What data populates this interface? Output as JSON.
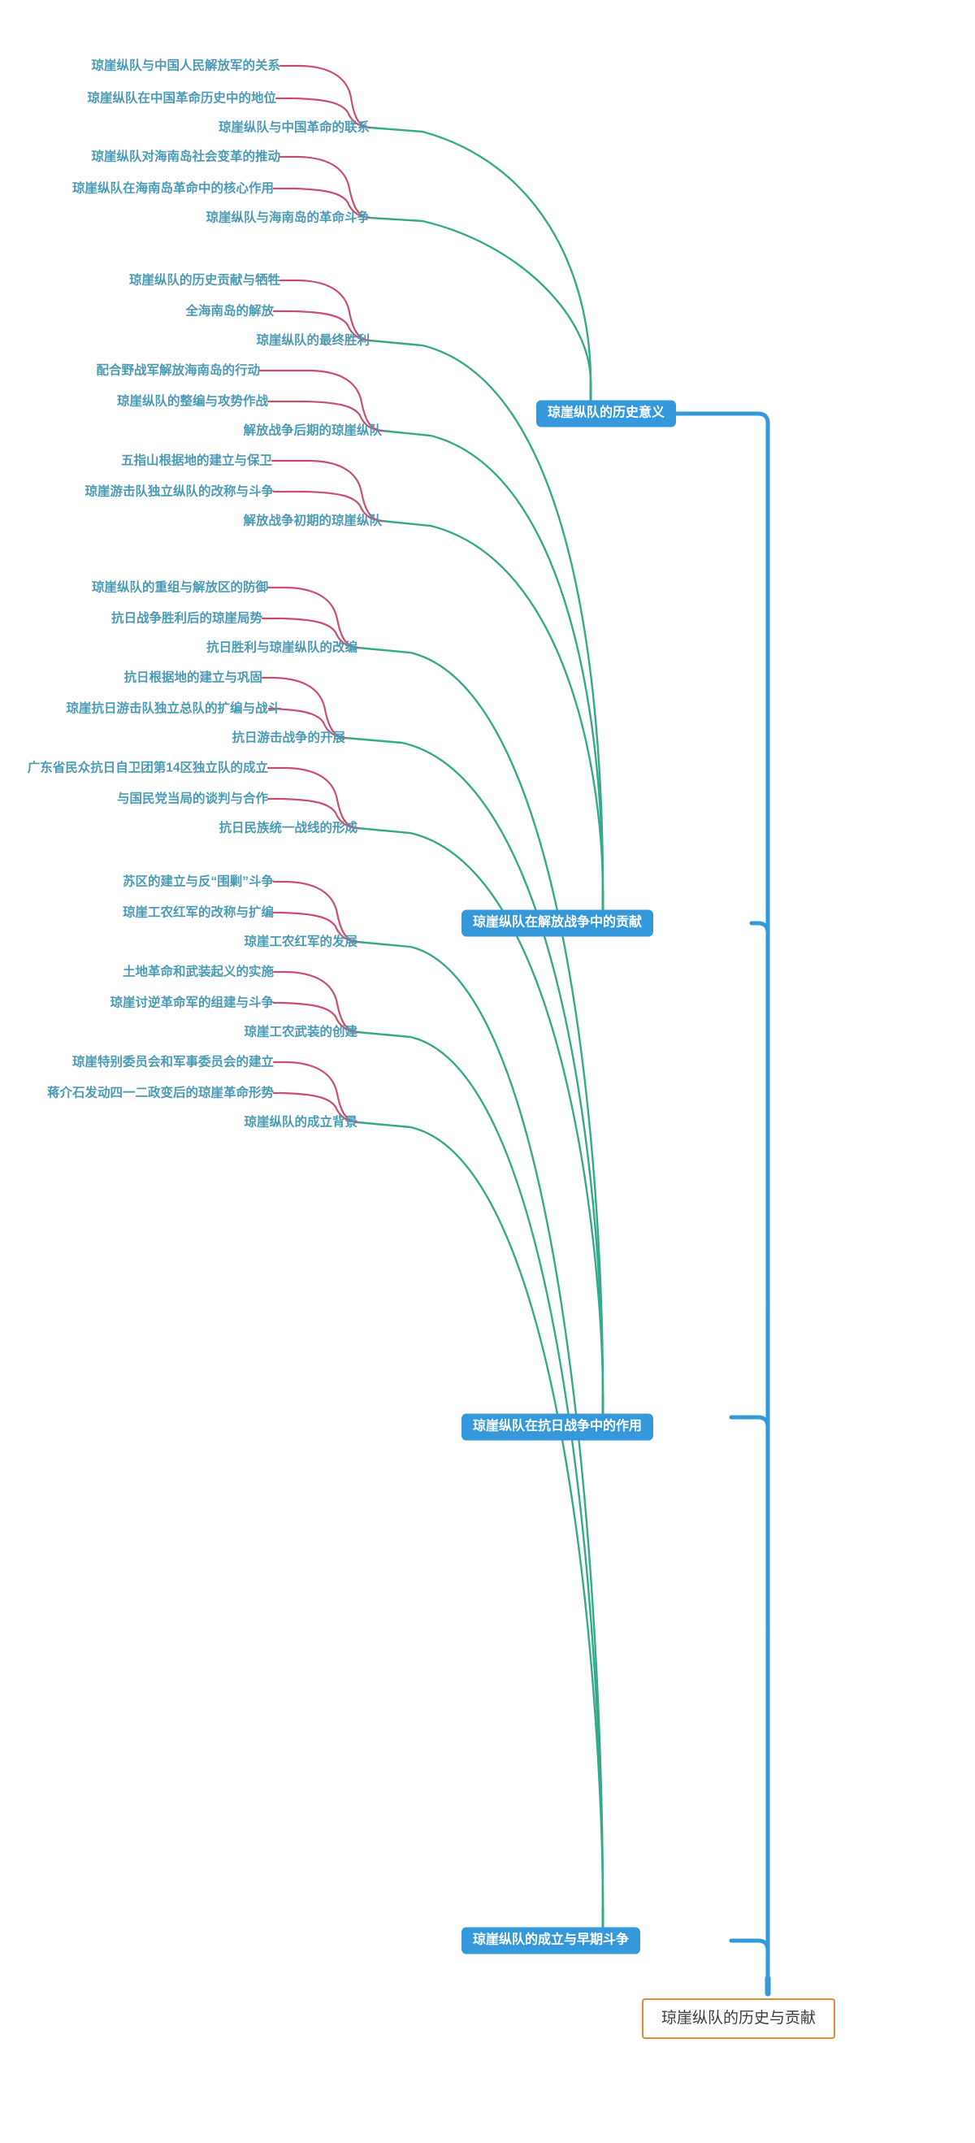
{
  "diagram": {
    "type": "mindmap",
    "orientation": "right-to-left",
    "root": {
      "label": "琼崖纵队的历史与贡献",
      "border_color": "#e08b34",
      "text_color": "#3d3d3d",
      "background": "#ffffff"
    },
    "style": {
      "branch_fill": "#3498db",
      "branch_text": "#ffffff",
      "leaf_text": "#4a9bb5",
      "spine_color": "#3498db",
      "mid_link_color": "#35a98a",
      "leaf_link_color": "#c94f6d",
      "page_background": "#ffffff"
    },
    "branches": [
      {
        "label": "琼崖纵队的历史意义",
        "children": [
          {
            "label": "琼崖纵队与中国革命的联系",
            "children": [
              {
                "label": "琼崖纵队与中国人民解放军的关系"
              },
              {
                "label": "琼崖纵队在中国革命历史中的地位"
              }
            ]
          },
          {
            "label": "琼崖纵队与海南岛的革命斗争",
            "children": [
              {
                "label": "琼崖纵队对海南岛社会变革的推动"
              },
              {
                "label": "琼崖纵队在海南岛革命中的核心作用"
              }
            ]
          }
        ]
      },
      {
        "label": "琼崖纵队在解放战争中的贡献",
        "children": [
          {
            "label": "琼崖纵队的最终胜利",
            "children": [
              {
                "label": "琼崖纵队的历史贡献与牺牲"
              },
              {
                "label": "全海南岛的解放"
              }
            ]
          },
          {
            "label": "解放战争后期的琼崖纵队",
            "children": [
              {
                "label": "配合野战军解放海南岛的行动"
              },
              {
                "label": "琼崖纵队的整编与攻势作战"
              }
            ]
          },
          {
            "label": "解放战争初期的琼崖纵队",
            "children": [
              {
                "label": "五指山根据地的建立与保卫"
              },
              {
                "label": "琼崖游击队独立纵队的改称与斗争"
              }
            ]
          }
        ]
      },
      {
        "label": "琼崖纵队在抗日战争中的作用",
        "children": [
          {
            "label": "抗日胜利与琼崖纵队的改编",
            "children": [
              {
                "label": "琼崖纵队的重组与解放区的防御"
              },
              {
                "label": "抗日战争胜利后的琼崖局势"
              }
            ]
          },
          {
            "label": "抗日游击战争的开展",
            "children": [
              {
                "label": "抗日根据地的建立与巩固"
              },
              {
                "label": "琼崖抗日游击队独立总队的扩编与战斗"
              }
            ]
          },
          {
            "label": "抗日民族统一战线的形成",
            "children": [
              {
                "label": "广东省民众抗日自卫团第14区独立队的成立"
              },
              {
                "label": "与国民党当局的谈判与合作"
              }
            ]
          }
        ]
      },
      {
        "label": "琼崖纵队的成立与早期斗争",
        "children": [
          {
            "label": "琼崖工农红军的发展",
            "children": [
              {
                "label": "苏区的建立与反“围剿”斗争"
              },
              {
                "label": "琼崖工农红军的改称与扩编"
              }
            ]
          },
          {
            "label": "琼崖工农武装的创建",
            "children": [
              {
                "label": "土地革命和武装起义的实施"
              },
              {
                "label": "琼崖讨逆革命军的组建与斗争"
              }
            ]
          },
          {
            "label": "琼崖纵队的成立背景",
            "children": [
              {
                "label": "琼崖特别委员会和军事委员会的建立"
              },
              {
                "label": "蒋介石发动四一二政变后的琼崖革命形势"
              }
            ]
          }
        ]
      }
    ]
  }
}
